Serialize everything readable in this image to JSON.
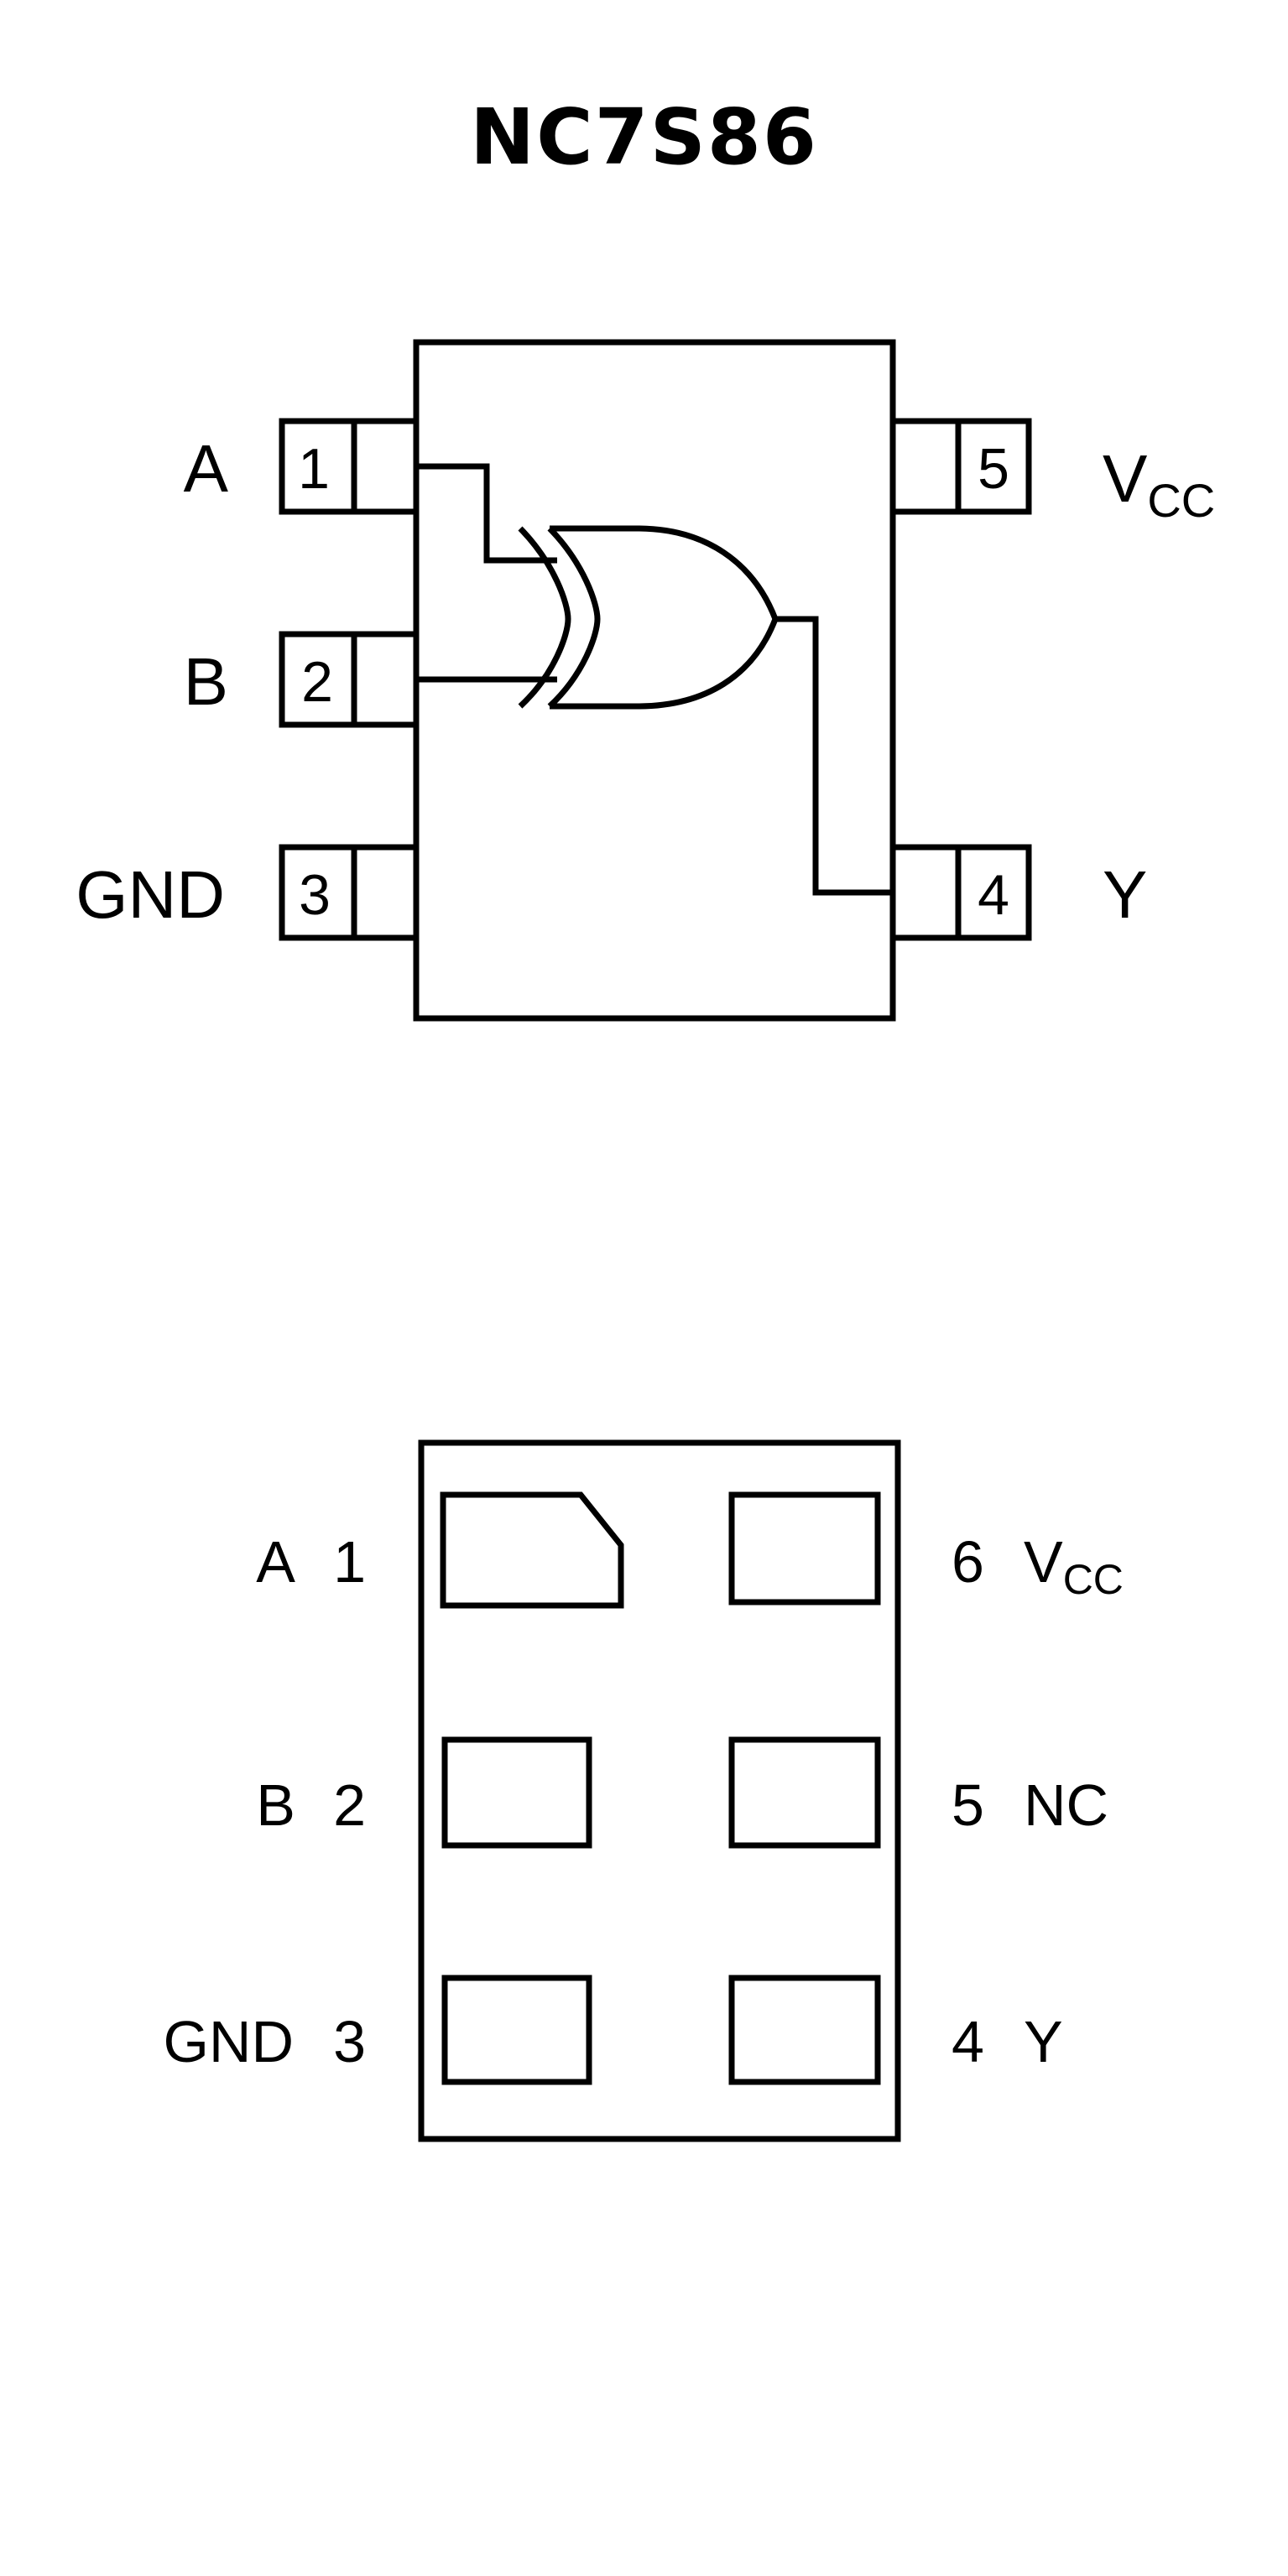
{
  "title": "NC7S86",
  "top_package": {
    "left_pins": [
      {
        "number": "1",
        "name": "A"
      },
      {
        "number": "2",
        "name": "B"
      },
      {
        "number": "3",
        "name": "GND"
      }
    ],
    "right_pins": [
      {
        "number": "5",
        "name_main": "V",
        "name_sub": "CC"
      },
      {
        "number": "4",
        "name_main": "Y",
        "name_sub": ""
      }
    ]
  },
  "bottom_package": {
    "left_pins": [
      {
        "name": "A",
        "number": "1"
      },
      {
        "name": "B",
        "number": "2"
      },
      {
        "name": "GND",
        "number": "3"
      }
    ],
    "right_pins": [
      {
        "number": "6",
        "name_main": "V",
        "name_sub": "CC"
      },
      {
        "number": "5",
        "name_main": "NC",
        "name_sub": ""
      },
      {
        "number": "4",
        "name_main": "Y",
        "name_sub": ""
      }
    ]
  }
}
